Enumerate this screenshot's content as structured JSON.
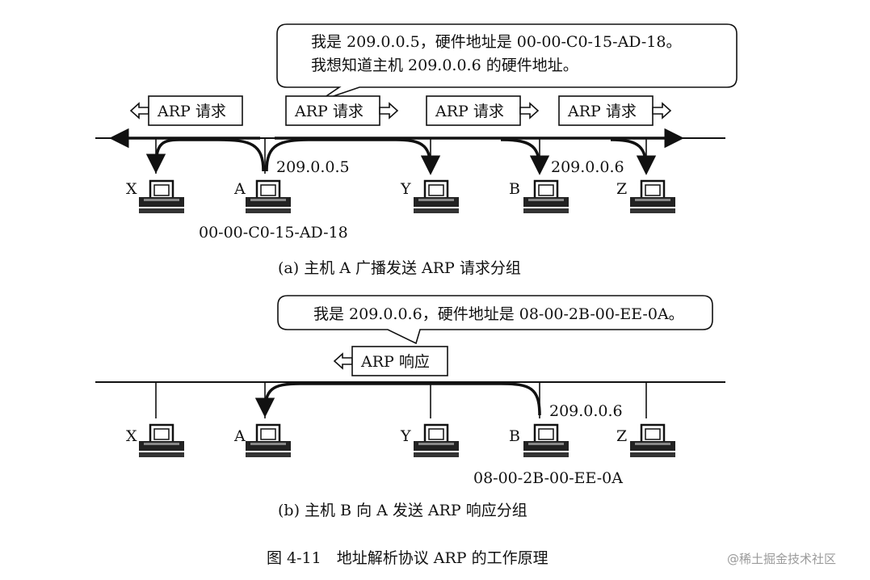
{
  "panel_a": {
    "bubble_line1": "我是 209.0.0.5，硬件地址是 00-00-C0-15-AD-18。",
    "bubble_line2": "我想知道主机 209.0.0.6 的硬件地址。",
    "packet_label": "ARP 请求",
    "hosts": [
      "X",
      "A",
      "Y",
      "B",
      "Z"
    ],
    "ip_a": "209.0.0.5",
    "ip_b": "209.0.0.6",
    "mac_a": "00-00-C0-15-AD-18",
    "caption": "(a) 主机 A 广播发送 ARP 请求分组"
  },
  "panel_b": {
    "bubble_line1": "我是 209.0.0.6，硬件地址是 08-00-2B-00-EE-0A。",
    "packet_label": "ARP 响应",
    "hosts": [
      "X",
      "A",
      "Y",
      "B",
      "Z"
    ],
    "ip_b": "209.0.0.6",
    "mac_b": "08-00-2B-00-EE-0A",
    "caption": "(b) 主机 B 向 A 发送 ARP 响应分组"
  },
  "figure_caption": "图 4-11　地址解析协议 ARP 的工作原理",
  "watermark": "@稀土掘金技术社区"
}
